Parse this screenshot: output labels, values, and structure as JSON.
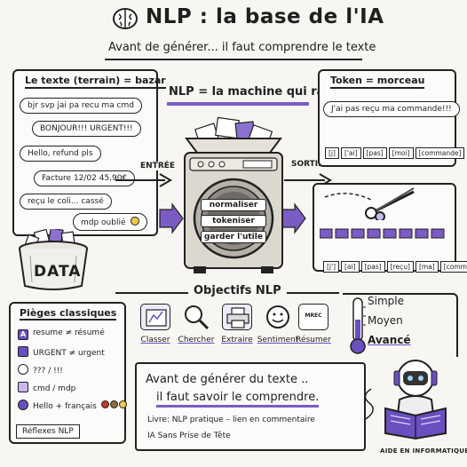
{
  "header": {
    "title": "NLP : la base de l'IA",
    "subtitle": "Avant de générer... il faut comprendre le texte"
  },
  "texte_panel": {
    "title": "Le texte (terrain) = bazar",
    "messages": [
      "bjr svp jai pa recu ma cmd",
      "BONJOUR!!! URGENT!!!",
      "Hello, refund pls",
      "Facture 12/02  45,90€",
      "reçu le coli... cassé",
      "mdp oublié"
    ],
    "data_label": "DATA"
  },
  "machine": {
    "title": "NLP = la machine qui range",
    "entree": "ENTRÉE",
    "sortie": "SORTIE",
    "steps": [
      "normaliser",
      "tokeniser",
      "garder l'utile"
    ]
  },
  "token_panel": {
    "title": "Token = morceau",
    "sentence": "J'ai pas reçu ma commande!!!",
    "tokens_top": [
      "[j]",
      "['ai]",
      "[pas]",
      "[moi]",
      "[commande]"
    ],
    "tokens_bottom": [
      "[j']",
      "[ai]",
      "[pas]",
      "[reçu]",
      "[ma]",
      "[commande]"
    ]
  },
  "objectifs": {
    "title": "Objectifs NLP",
    "items": [
      {
        "label": "Classer",
        "icon": "chart-icon"
      },
      {
        "label": "Chercher",
        "icon": "magnifier-icon"
      },
      {
        "label": "Extraire",
        "icon": "printer-icon"
      },
      {
        "label": "Sentiment",
        "icon": "smiley-icon"
      },
      {
        "label": "Résumer",
        "icon": "summary-icon",
        "badge": "MREC"
      }
    ]
  },
  "levels": {
    "items": [
      "Simple",
      "Moyen",
      "Avancé"
    ]
  },
  "pieges": {
    "title": "Pièges classiques",
    "items": [
      {
        "badge": "A",
        "text": "resume ≠ résumé"
      },
      {
        "badge": "",
        "text": "URGENT ≠ urgent"
      },
      {
        "badge": "",
        "text": "??? / !!!"
      },
      {
        "badge": "",
        "text": "cmd / mdp"
      },
      {
        "badge": "",
        "text": "Hello + français"
      }
    ],
    "footer": "Réflexes NLP"
  },
  "conclusion": {
    "line1": "Avant de générer du texte ..",
    "line2": "il faut savoir le comprendre.",
    "livre": "Livre: NLP pratique – lien en commentaire",
    "tagline": "IA Sans Prise de Tête"
  },
  "credit": "AIDE EN INFORMATIQUE",
  "colors": {
    "accent": "#6a4fc0",
    "accent_light": "#c9b8ee",
    "ink": "#1f1f1f"
  }
}
